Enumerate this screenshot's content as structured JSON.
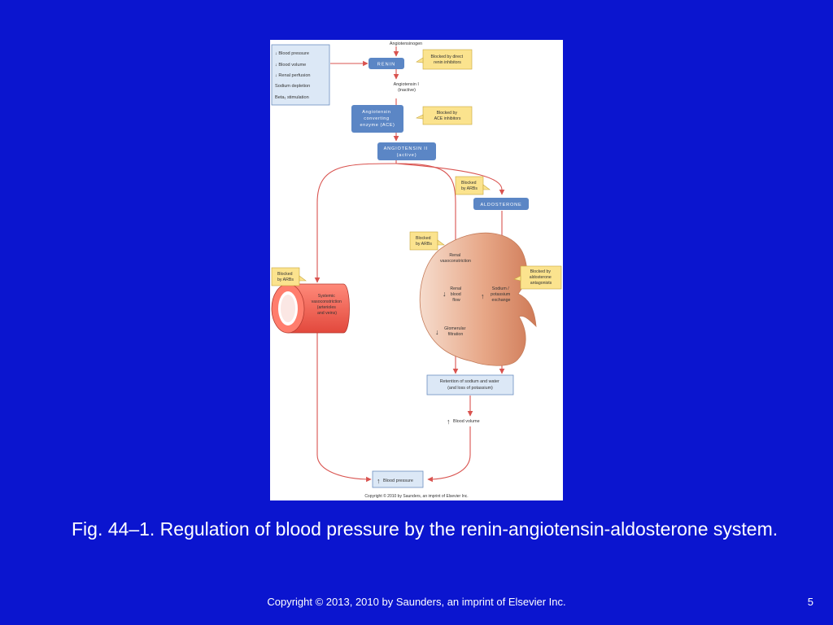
{
  "figure": {
    "inputs": {
      "lines": [
        {
          "arrow": "↓",
          "text": "Blood pressure"
        },
        {
          "arrow": "↓",
          "text": "Blood volume"
        },
        {
          "arrow": "↓",
          "text": "Renal perfusion"
        },
        {
          "arrow": "",
          "text": "Sodium depletion"
        },
        {
          "arrow": "",
          "text": "Beta₁ stimulation"
        }
      ]
    },
    "angiotensinogen": "Angiotensinogen",
    "renin": "RENIN",
    "blocked_renin": [
      "Blocked by direct",
      "renin inhibitors"
    ],
    "angiotensin_i": [
      "Angiotensin I",
      "(inactive)"
    ],
    "ace": [
      "Angiotensin",
      "converting",
      "enzyme (ACE)"
    ],
    "blocked_ace": [
      "Blocked by",
      "ACE inhibitors"
    ],
    "angiotensin_ii": [
      "ANGIOTENSIN II",
      "(active)"
    ],
    "blocked_arbs_aldosterone": [
      "Blocked",
      "by ARBs"
    ],
    "aldosterone": "ALDOSTERONE",
    "blocked_arbs_renal": [
      "Blocked",
      "by ARBs"
    ],
    "renal_vasoconstriction": [
      "Renal",
      "vasoconstriction"
    ],
    "blocked_arbs_systemic": [
      "Blocked",
      "by ARBs"
    ],
    "systemic_vasoconstriction": [
      "Systemic",
      "vasoconstriction",
      "(arterioles",
      "and veins)"
    ],
    "renal_blood_flow": {
      "arrow": "↓",
      "lines": [
        "Renal",
        "blood",
        "flow"
      ]
    },
    "sodium_potassium": {
      "arrow": "↑",
      "lines": [
        "Sodium /",
        "potassium",
        "exchange"
      ]
    },
    "blocked_aldosterone_antagonists": [
      "Blocked by",
      "aldosterone",
      "antagonists"
    ],
    "glomerular_filtration": {
      "arrow": "↓",
      "lines": [
        "Glomerular",
        "filtration"
      ]
    },
    "retention": [
      "Retention of sodium and water",
      "(and loss of potassium)"
    ],
    "blood_volume": {
      "arrow": "↑",
      "text": "Blood volume"
    },
    "blood_pressure": {
      "arrow": "↑",
      "text": "Blood pressure"
    },
    "copyright": "Copyright © 2010 by Saunders, an imprint of Elsevier Inc."
  },
  "caption": "Fig. 44–1. Regulation of blood pressure by the renin-angiotensin-aldosterone system.",
  "footer": {
    "copyright": "Copyright © 2013, 2010 by Saunders, an imprint of Elsevier Inc.",
    "slide_number": "5"
  }
}
